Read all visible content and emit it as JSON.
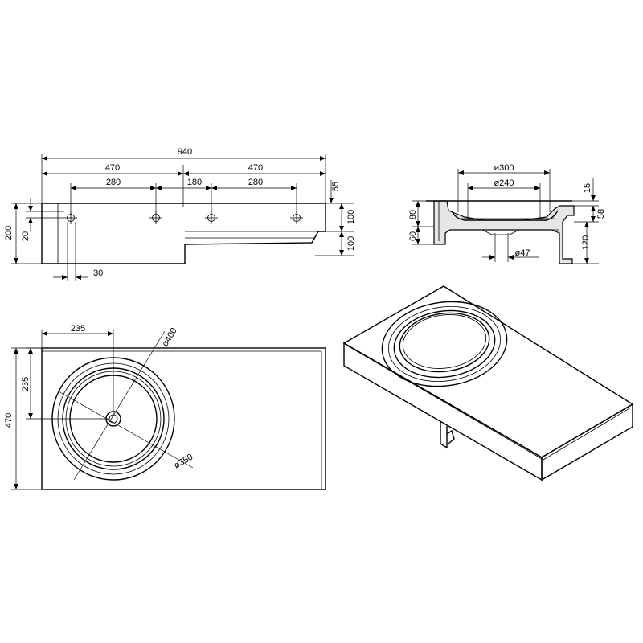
{
  "front_view": {
    "overall_width": "940",
    "half_left": "470",
    "half_right": "470",
    "hole_spacing_left": "280",
    "hole_spacing_center": "180",
    "hole_spacing_right": "280",
    "height_total": "200",
    "hole_offset": "20",
    "top_offset": "55",
    "right_upper": "100",
    "right_lower": "100",
    "bottom_offset": "30"
  },
  "section_view": {
    "outer_diameter": "ø300",
    "inner_diameter": "ø240",
    "drain_diameter": "ø47",
    "left_upper": "80",
    "left_lower": "60",
    "right_top": "15",
    "right_mid": "58",
    "right_lower": "120"
  },
  "top_view": {
    "x_offset": "235",
    "y_offset": "235",
    "depth": "470",
    "outer_diameter": "ø400",
    "inner_diameter": "ø350"
  }
}
